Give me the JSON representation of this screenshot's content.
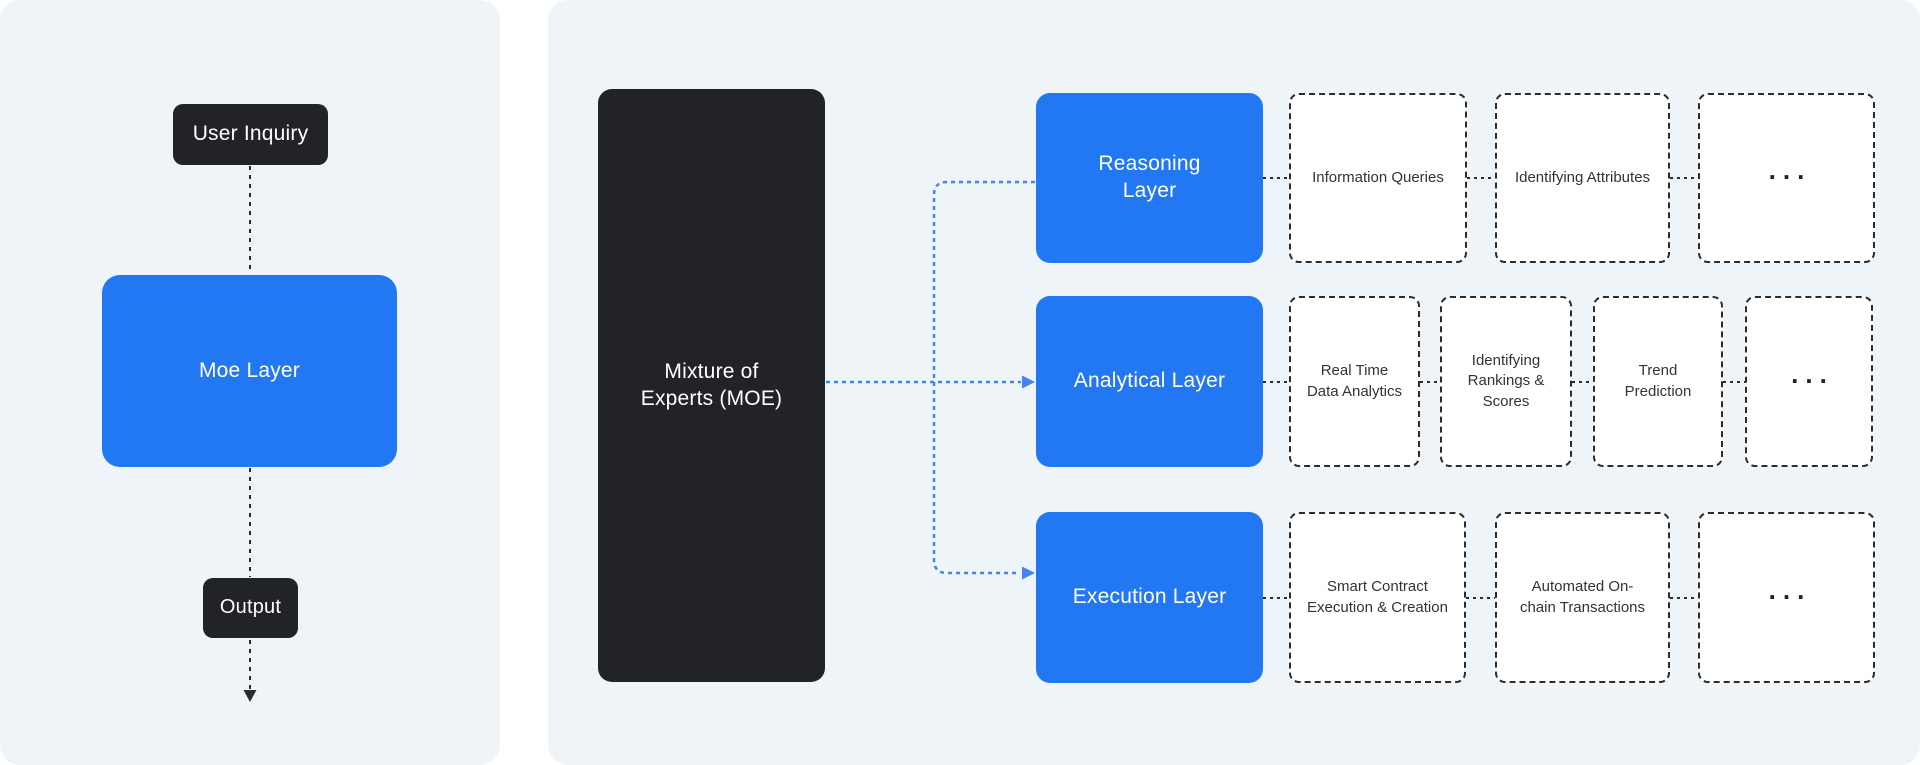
{
  "colors": {
    "page_bg": "#ffffff",
    "panel_bg": "#eff4f8",
    "dark": "#212326",
    "blue": "#2277f2",
    "connector_blue": "#4484f0",
    "line_dark": "#2a2c2e",
    "expert_text": "#333333"
  },
  "left_flow": {
    "input_label": "User Inquiry",
    "moe_label": "Moe Layer",
    "output_label": "Output"
  },
  "right_flow": {
    "root_label": "Mixture of\nExperts (MOE)",
    "rows": [
      {
        "layer_label": "Reasoning\nLayer",
        "experts": [
          "Information Queries",
          "Identifying Attributes",
          "..."
        ]
      },
      {
        "layer_label": "Analytical Layer",
        "experts": [
          "Real Time\nData Analytics",
          "Identifying\nRankings &\nScores",
          "Trend\nPrediction",
          "..."
        ]
      },
      {
        "layer_label": "Execution Layer",
        "experts": [
          "Smart Contract\nExecution & Creation",
          "Automated On-\nchain Transactions",
          "..."
        ]
      }
    ]
  }
}
